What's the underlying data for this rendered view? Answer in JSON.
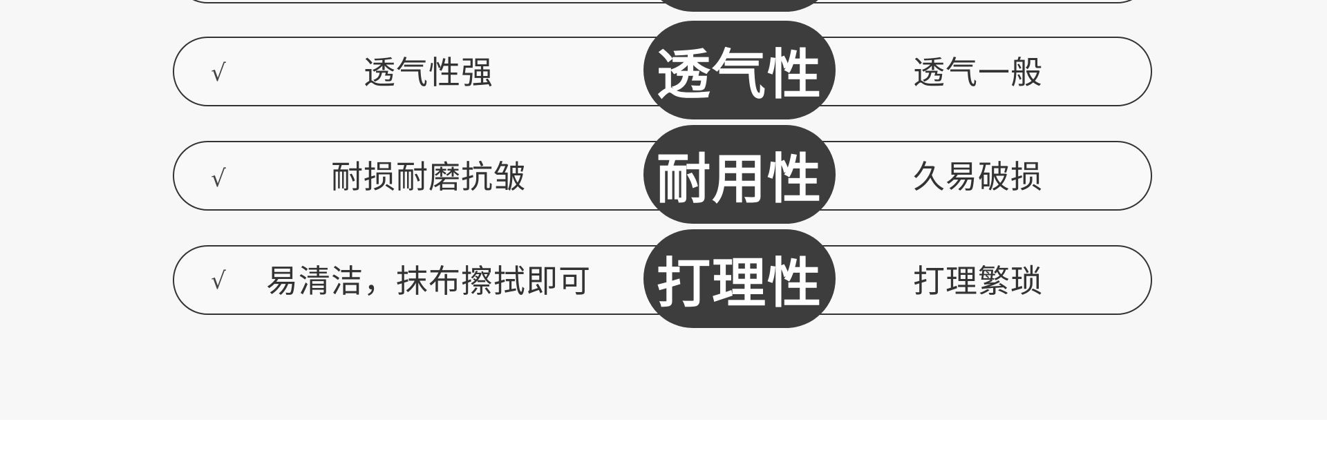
{
  "rows": [
    {
      "check": "√",
      "left": "透气性强",
      "badge": "透气性",
      "right": "透气一般"
    },
    {
      "check": "√",
      "left": "耐损耐磨抗皱",
      "badge": "耐用性",
      "right": "久易破损"
    },
    {
      "check": "√",
      "left": "易清洁，抹布擦拭即可",
      "badge": "打理性",
      "right": "打理繁琐"
    }
  ],
  "colors": {
    "panel_bg": "#f7f7f7",
    "badge_bg": "#3d3d3d",
    "outline": "#333333"
  }
}
